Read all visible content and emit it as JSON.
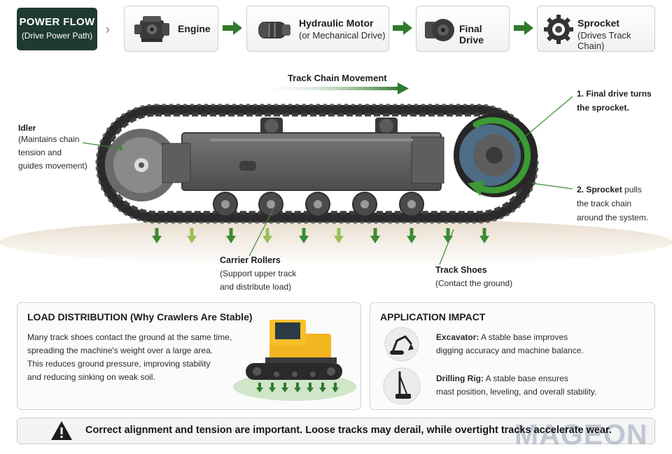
{
  "power_flow": {
    "badge_title": "POWER FLOW",
    "badge_sub": "(Drive Power Path)",
    "steps": [
      {
        "label": "Engine",
        "sub": ""
      },
      {
        "label": "Hydraulic Motor",
        "sub": "(or Mechanical Drive)"
      },
      {
        "label": "Final Drive",
        "sub": ""
      },
      {
        "label": "Sprocket",
        "sub": "(Drives Track Chain)"
      }
    ]
  },
  "diagram": {
    "movement_label": "Track Chain Movement",
    "idler": {
      "title": "Idler",
      "lines": [
        "(Maintains chain",
        "tension and",
        "guides movement)"
      ]
    },
    "final_drive": {
      "lines": [
        "1. Final drive turns",
        "the sprocket."
      ]
    },
    "sprocket": {
      "title": "2. Sprocket",
      "title_rest": " pulls",
      "lines": [
        "the track chain",
        "around the system."
      ]
    },
    "carrier_rollers": {
      "title": "Carrier Rollers",
      "lines": [
        "(Support upper track",
        "and distribute load)"
      ]
    },
    "track_shoes": {
      "title": "Track Shoes",
      "lines": [
        "(Contact the ground)"
      ]
    }
  },
  "load_distribution": {
    "title": "LOAD DISTRIBUTION (Why Crawlers Are Stable)",
    "lines": [
      "Many track shoes contact the ground at the same time,",
      "spreading the machine's weight over a large area.",
      "This reduces ground pressure, improving stability",
      "and reducing sinking on weak soil."
    ]
  },
  "application_impact": {
    "title": "APPLICATION IMPACT",
    "items": [
      {
        "name": "Excavator:",
        "line1": " A stable base improves",
        "line2": "digging accuracy and machine balance."
      },
      {
        "name": "Drilling Rig:",
        "line1": " A stable base ensures",
        "line2": "mast position, leveling, and overall stability."
      }
    ]
  },
  "warning": {
    "text": "Correct alignment and tension are important. Loose tracks may derail, while overtight tracks accelerate wear."
  },
  "watermark": "MAGEON",
  "colors": {
    "badge_bg": "#1f3a2e",
    "arrow_green": "#2f7a2c",
    "ground_arrow": "#3c8b33",
    "track_dark": "#2b2b2b"
  }
}
